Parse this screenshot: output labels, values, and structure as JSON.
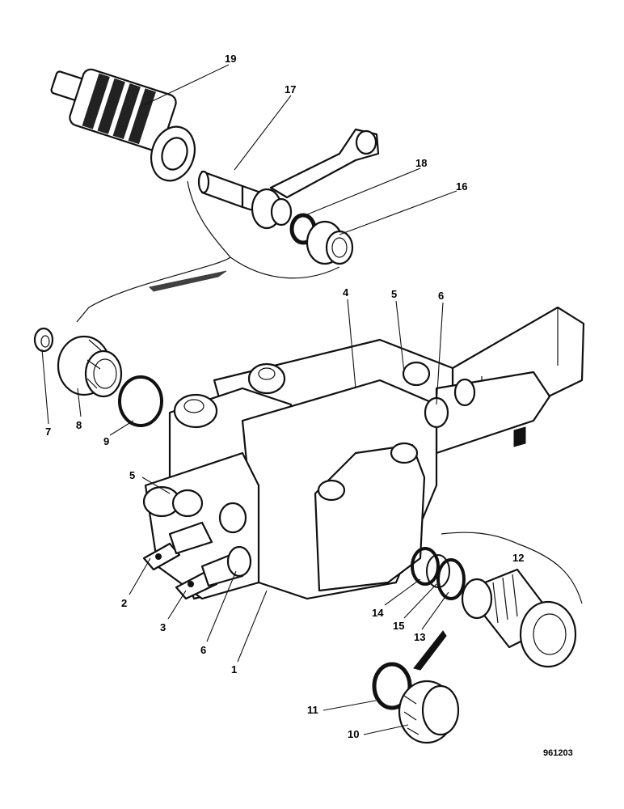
{
  "diagram": {
    "reference_number": "961203",
    "callouts": [
      {
        "id": "c19",
        "label": "19"
      },
      {
        "id": "c17",
        "label": "17"
      },
      {
        "id": "c18",
        "label": "18"
      },
      {
        "id": "c16",
        "label": "16"
      },
      {
        "id": "c4",
        "label": "4"
      },
      {
        "id": "c5a",
        "label": "5"
      },
      {
        "id": "c6a",
        "label": "6"
      },
      {
        "id": "c7",
        "label": "7"
      },
      {
        "id": "c8",
        "label": "8"
      },
      {
        "id": "c9",
        "label": "9"
      },
      {
        "id": "c5b",
        "label": "5"
      },
      {
        "id": "c2",
        "label": "2"
      },
      {
        "id": "c3",
        "label": "3"
      },
      {
        "id": "c6b",
        "label": "6"
      },
      {
        "id": "c1",
        "label": "1"
      },
      {
        "id": "c12",
        "label": "12"
      },
      {
        "id": "c14",
        "label": "14"
      },
      {
        "id": "c15",
        "label": "15"
      },
      {
        "id": "c13",
        "label": "13"
      },
      {
        "id": "c11",
        "label": "11"
      },
      {
        "id": "c10",
        "label": "10"
      }
    ]
  }
}
